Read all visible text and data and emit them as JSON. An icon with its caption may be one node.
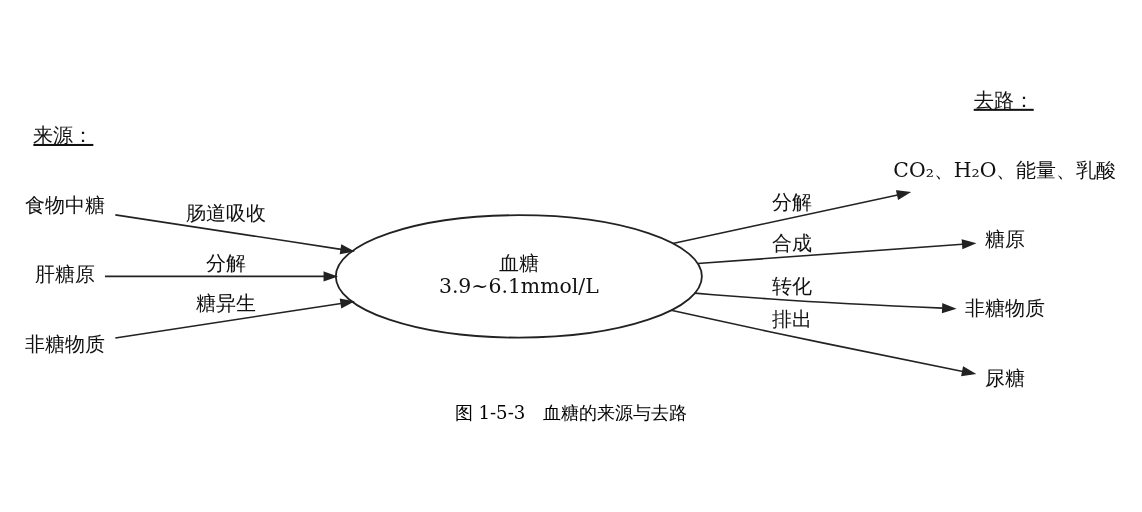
{
  "diagram": {
    "caption": "图 1-5-3　血糖的来源与去路",
    "nodes": [
      {
        "text": [
          "食物中糖"
        ]
      },
      {
        "text": [
          "肝糖原"
        ]
      },
      {
        "text": [
          "非糖物质"
        ]
      },
      {
        "text": [
          "血糖",
          "3.9~6.1mmol/L"
        ]
      },
      {
        "text": [
          "CO₂、H₂O、能量、乳酸"
        ]
      },
      {
        "text": [
          "糖原"
        ]
      },
      {
        "text": [
          "非糖物质"
        ]
      },
      {
        "text": [
          "尿糖"
        ]
      }
    ],
    "edges": [
      {
        "from": 0,
        "to": 3,
        "arrow": "to",
        "label": "肠道吸收"
      },
      {
        "from": 1,
        "to": 3,
        "arrow": "to",
        "label": "分解"
      },
      {
        "from": 2,
        "to": 3,
        "arrow": "to",
        "label": "糖异生"
      },
      {
        "from": 3,
        "to": 4,
        "arrow": "to",
        "label": "分解"
      },
      {
        "from": 3,
        "to": 5,
        "arrow": "to",
        "label": "合成"
      },
      {
        "from": 3,
        "to": 6,
        "arrow": "to",
        "label": "转化"
      },
      {
        "from": 3,
        "to": 7,
        "arrow": "to",
        "label": "排出"
      }
    ],
    "labels": [
      "来源：",
      "去路："
    ]
  }
}
